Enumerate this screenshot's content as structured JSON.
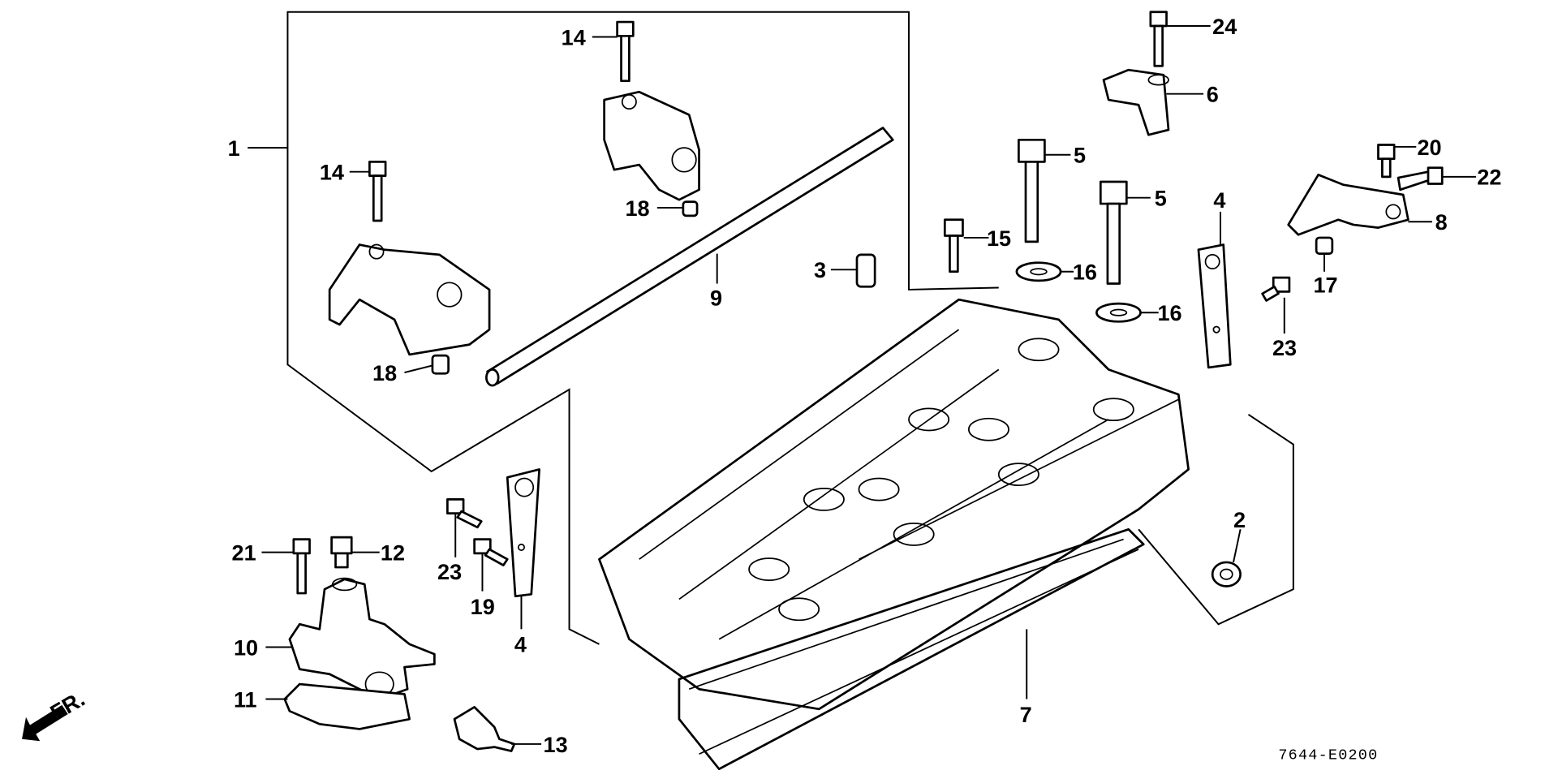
{
  "diagram": {
    "reference_code": "7644-E0200",
    "direction_indicator": "FR.",
    "callouts": [
      {
        "id": "c1",
        "text": "1"
      },
      {
        "id": "c14a",
        "text": "14"
      },
      {
        "id": "c14b",
        "text": "14"
      },
      {
        "id": "c18a",
        "text": "18"
      },
      {
        "id": "c18b",
        "text": "18"
      },
      {
        "id": "c9",
        "text": "9"
      },
      {
        "id": "c3",
        "text": "3"
      },
      {
        "id": "c15",
        "text": "15"
      },
      {
        "id": "c5a",
        "text": "5"
      },
      {
        "id": "c5b",
        "text": "5"
      },
      {
        "id": "c16a",
        "text": "16"
      },
      {
        "id": "c16b",
        "text": "16"
      },
      {
        "id": "c4a",
        "text": "4"
      },
      {
        "id": "c24",
        "text": "24"
      },
      {
        "id": "c6",
        "text": "6"
      },
      {
        "id": "c20",
        "text": "20"
      },
      {
        "id": "c22",
        "text": "22"
      },
      {
        "id": "c8",
        "text": "8"
      },
      {
        "id": "c17",
        "text": "17"
      },
      {
        "id": "c23a",
        "text": "23"
      },
      {
        "id": "c2",
        "text": "2"
      },
      {
        "id": "c7",
        "text": "7"
      },
      {
        "id": "c23b",
        "text": "23"
      },
      {
        "id": "c19",
        "text": "19"
      },
      {
        "id": "c4b",
        "text": "4"
      },
      {
        "id": "c21",
        "text": "21"
      },
      {
        "id": "c12",
        "text": "12"
      },
      {
        "id": "c10",
        "text": "10"
      },
      {
        "id": "c11",
        "text": "11"
      },
      {
        "id": "c13",
        "text": "13"
      }
    ]
  }
}
